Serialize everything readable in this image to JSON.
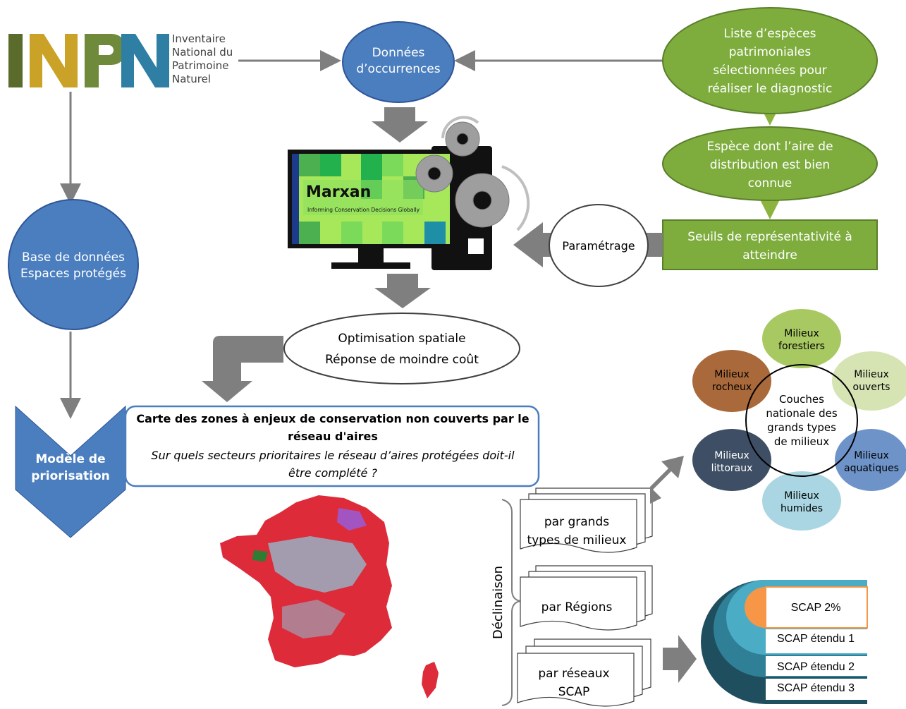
{
  "logo": {
    "letters": "INPN",
    "line1": "Inventaire",
    "line2": "National du",
    "line3": "Patrimoine",
    "line4": "Naturel"
  },
  "nodes": {
    "donnees": [
      "Données",
      "d’occurrences"
    ],
    "liste": [
      "Liste d’espèces",
      "patrimoniales",
      "sélectionnées pour",
      "réaliser le diagnostic"
    ],
    "espece": [
      "Espèce dont l’aire de",
      "distribution est bien",
      "connue"
    ],
    "seuils": [
      "Seuils de représentativité à",
      "atteindre"
    ],
    "parametrage": "Paramétrage",
    "base": [
      "Base de données",
      "Espaces protégés"
    ],
    "optimisation": [
      "Optimisation spatiale",
      "Réponse de moindre coût"
    ],
    "modele": [
      "Modèle de",
      "priorisation"
    ]
  },
  "marxan": {
    "title": "Marxan",
    "subtitle": "Informing Conservation Decisions Globally"
  },
  "carte": {
    "title_line1": "Carte des zones à enjeux de conservation non couverts par le",
    "title_line2": "réseau d'aires",
    "question_line1": "Sur quels secteurs prioritaires le réseau d’aires protégées doit-il",
    "question_line2": "être complété ?"
  },
  "declinaison": {
    "label": "Déclinaison",
    "items": [
      [
        "par grands",
        "types de milieux"
      ],
      [
        "par Régions"
      ],
      [
        "par réseaux",
        "SCAP"
      ]
    ]
  },
  "milieux": {
    "center": [
      "Couches",
      "nationale des",
      "grands types",
      "de milieux"
    ],
    "items": [
      {
        "lines": [
          "Milieux",
          "forestiers"
        ],
        "color": "#A8C862"
      },
      {
        "lines": [
          "Milieux",
          "ouverts"
        ],
        "color": "#D6E4B4"
      },
      {
        "lines": [
          "Milieux",
          "aquatiques"
        ],
        "color": "#6E93C8"
      },
      {
        "lines": [
          "Milieux",
          "humides"
        ],
        "color": "#A9D6E2"
      },
      {
        "lines": [
          "Milieux",
          "littoraux"
        ],
        "color": "#3E4F65"
      },
      {
        "lines": [
          "Milieux",
          "rocheux"
        ],
        "color": "#A9693A"
      }
    ]
  },
  "scap": {
    "levels": [
      "SCAP 2%",
      "SCAP étendu 1",
      "SCAP étendu 2",
      "SCAP étendu 3"
    ]
  },
  "colors": {
    "blue_node": "#4A7EBF",
    "green_node": "#7EAD3E",
    "gray_arrow": "#7F7F7F",
    "scap_orange": "#F79646"
  }
}
